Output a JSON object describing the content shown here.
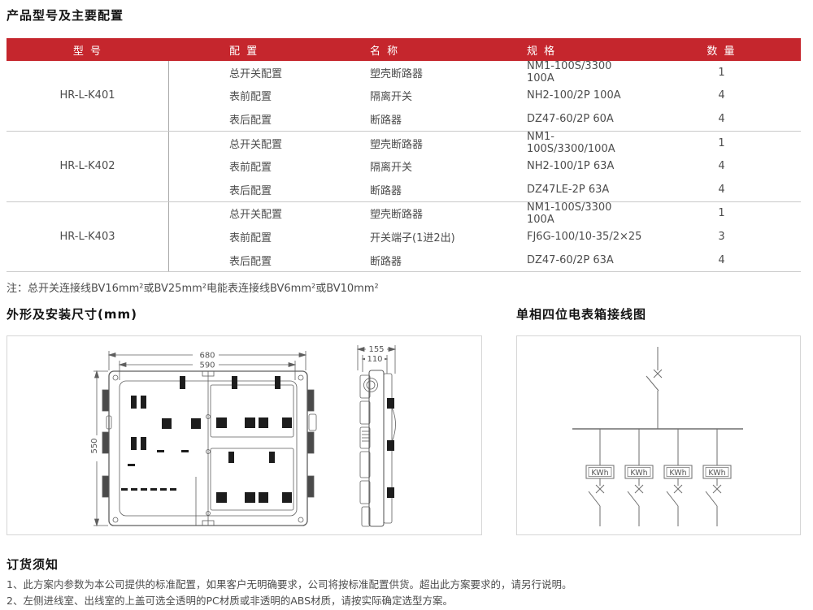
{
  "page": {
    "title": "产品型号及主要配置",
    "table_note": "注：总开关连接线BV16mm²或BV25mm²电能表连接线BV6mm²或BV10mm²",
    "accent_red": "#c5262d"
  },
  "table": {
    "headers": [
      "型 号",
      "配 置",
      "名 称",
      "规 格",
      "数 量"
    ],
    "groups": [
      {
        "model": "HR-L-K401",
        "rows": [
          {
            "config": "总开关配置",
            "name": "塑壳断路器",
            "spec": "NM1-100S/3300 100A",
            "qty": "1"
          },
          {
            "config": "表前配置",
            "name": "隔离开关",
            "spec": "NH2-100/2P 100A",
            "qty": "4"
          },
          {
            "config": "表后配置",
            "name": "断路器",
            "spec": "DZ47-60/2P 60A",
            "qty": "4"
          }
        ]
      },
      {
        "model": "HR-L-K402",
        "rows": [
          {
            "config": "总开关配置",
            "name": "塑壳断路器",
            "spec": "NM1-100S/3300/100A",
            "qty": "1"
          },
          {
            "config": "表前配置",
            "name": "隔离开关",
            "spec": "NH2-100/1P 63A",
            "qty": "4"
          },
          {
            "config": "表后配置",
            "name": "断路器",
            "spec": "DZ47LE-2P 63A",
            "qty": "4"
          }
        ]
      },
      {
        "model": "HR-L-K403",
        "rows": [
          {
            "config": "总开关配置",
            "name": "塑壳断路器",
            "spec": "NM1-100S/3300 100A",
            "qty": "1"
          },
          {
            "config": "表前配置",
            "name": "开关端子(1进2出)",
            "spec": "FJ6G-100/10-35/2×25",
            "qty": "3"
          },
          {
            "config": "表后配置",
            "name": "断路器",
            "spec": "DZ47-60/2P 63A",
            "qty": "4"
          }
        ]
      }
    ]
  },
  "sections": {
    "dimensions_heading": "外形及安装尺寸(mm)",
    "wiring_heading": "单相四位电表箱接线图"
  },
  "drawing": {
    "front_outer_width": "680",
    "front_inner_width": "590",
    "front_height": "550",
    "side_depth": "155",
    "side_inner_depth": "110"
  },
  "wiring": {
    "meter_label": "KWh",
    "meter_count": 4
  },
  "ordering": {
    "heading": "订货须知",
    "items": [
      "1、此方案内参数为本公司提供的标准配置，如果客户无明确要求，公司将按标准配置供货。超出此方案要求的，请另行说明。",
      "2、左侧进线室、出线室的上盖可选全透明的PC材质或非透明的ABS材质，请按实际确定选型方案。"
    ]
  }
}
